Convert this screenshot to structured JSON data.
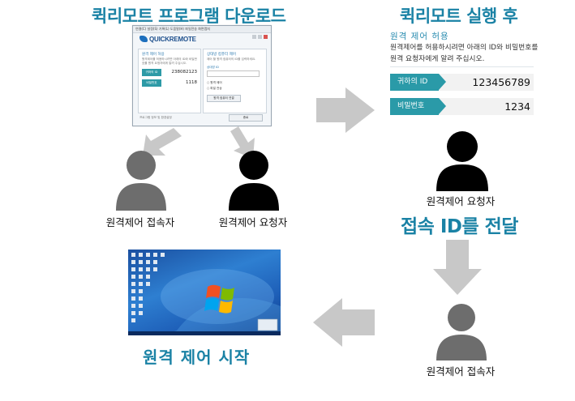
{
  "titles": {
    "download": "퀵리모트 프로그램  다운로드",
    "after_run": "퀵리모트 실행 후",
    "deliver": "접속 ID를 전달",
    "start": "원격 제어 시작"
  },
  "captions": {
    "connector_left": "원격제어 접속자",
    "requester_mid": "원격제어 요청자",
    "requester_right": "원격제어 요청자",
    "connector_bottom": "원격제어 접속자"
  },
  "panel": {
    "heading": "원격 제어 허용",
    "description_line1": "원격제어를 허용하시려면 아래의 ID와 비밀번호를",
    "description_line2": "원격 요청자에게 알려 주십시오.",
    "id_label": "귀하의 ID",
    "id_value": "123456789",
    "pw_label": "비밀번호",
    "pw_value": "1234"
  },
  "app_window": {
    "menu": "연결(C)  설정(S)  기록(L)  도움말(H)  파일전송  화면캡처",
    "logo": "QUICKREMOTE",
    "left_pane_title": "원격 제어 허용",
    "left_pane_text": "원격제어를 허용하시려면 아래의 ID와 비밀번호를 원격 요청자에게 알려 주십시오.",
    "id_label": "귀하의 ID",
    "id_value": "238082123",
    "pw_label": "비밀번호",
    "pw_value": "1118",
    "right_pane_title": "상대방 컴퓨터 제어",
    "right_pane_text": "제어 할 원격 컴퓨터의 ID를 입력하세요.",
    "partner_id_label": "상대방 ID",
    "opt_control": "원격 제어",
    "opt_transfer": "파일 전송",
    "connect_button": "원격 컴퓨터 연결",
    "footer_text": "프로그램 정보 및 환경설정",
    "exit_button": "종료"
  },
  "colors": {
    "title": "#1a82a5",
    "teal": "#2a9aa8",
    "arrow": "#c8c8c8",
    "person_gray": "#6d6d6d",
    "person_black": "#000000"
  }
}
